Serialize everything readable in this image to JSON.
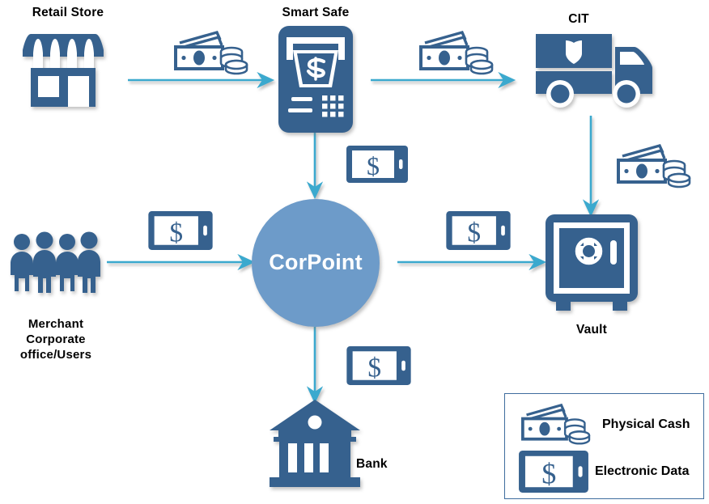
{
  "diagram": {
    "title": "CorPoint cash and data flow",
    "colors": {
      "icon_dark_blue": "#36618E",
      "hub_blue": "#6D9BC9",
      "arrow_blue": "#3BA9CE",
      "legend_border": "#3F6D9E",
      "label_text": "#000000",
      "icon_white": "#FFFFFF"
    },
    "nodes": [
      {
        "id": "retail-store",
        "label": "Retail Store",
        "icon": "storefront-icon"
      },
      {
        "id": "smart-safe",
        "label": "Smart Safe",
        "icon": "smart-safe-icon"
      },
      {
        "id": "cit",
        "label": "CIT",
        "icon": "armored-truck-icon"
      },
      {
        "id": "merchant",
        "label": "Merchant\nCorporate\noffice/Users",
        "icon": "people-group-icon"
      },
      {
        "id": "corpoint",
        "label": "CorPoint",
        "icon": "hub-circle"
      },
      {
        "id": "vault",
        "label": "Vault",
        "icon": "vault-icon"
      },
      {
        "id": "bank",
        "label": "Bank",
        "icon": "bank-building-icon"
      }
    ],
    "flows": [
      {
        "id": "retail-to-smartsafe",
        "from": "Retail Store",
        "to": "Smart Safe",
        "type": "Physical Cash",
        "direction": "right"
      },
      {
        "id": "smartsafe-to-cit",
        "from": "Smart Safe",
        "to": "CIT",
        "type": "Physical Cash",
        "direction": "right"
      },
      {
        "id": "cit-to-vault",
        "from": "CIT",
        "to": "Vault",
        "type": "Physical Cash",
        "direction": "down"
      },
      {
        "id": "smartsafe-to-corpoint",
        "from": "Smart Safe",
        "to": "CorPoint",
        "type": "Electronic Data",
        "direction": "down"
      },
      {
        "id": "merchant-to-corpoint",
        "from": "Merchant Corporate office/Users",
        "to": "CorPoint",
        "type": "Electronic Data",
        "direction": "right"
      },
      {
        "id": "corpoint-to-vault",
        "from": "CorPoint",
        "to": "Vault",
        "type": "Electronic Data",
        "direction": "right"
      },
      {
        "id": "corpoint-to-bank",
        "from": "CorPoint",
        "to": "Bank",
        "type": "Electronic Data",
        "direction": "down"
      }
    ],
    "legend": {
      "items": [
        {
          "id": "physical-cash",
          "label": "Physical Cash",
          "icon": "cash-banknote-coins-icon"
        },
        {
          "id": "electronic-data",
          "label": "Electronic Data",
          "icon": "phone-dollar-icon"
        }
      ]
    }
  }
}
